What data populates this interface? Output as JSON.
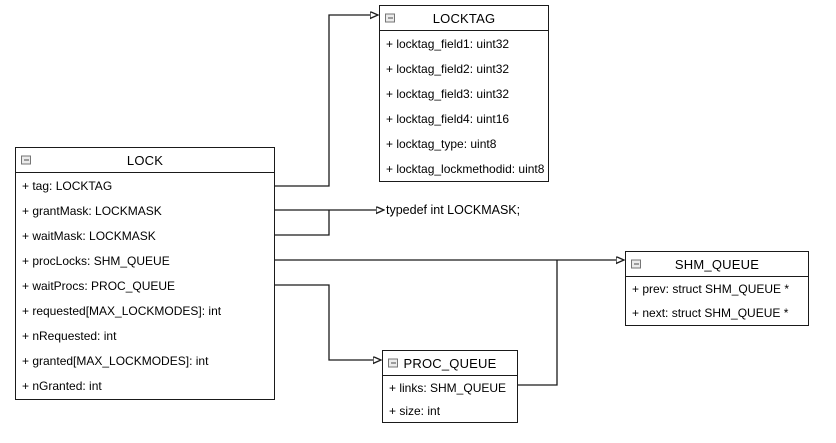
{
  "diagram": {
    "classes": [
      {
        "name": "LOCK",
        "attributes": [
          "+ tag: LOCKTAG",
          "+ grantMask: LOCKMASK",
          "+ waitMask: LOCKMASK",
          "+ procLocks: SHM_QUEUE",
          "+ waitProcs: PROC_QUEUE",
          "+ requested[MAX_LOCKMODES]: int",
          "+ nRequested: int",
          "+ granted[MAX_LOCKMODES]: int",
          "+ nGranted: int"
        ]
      },
      {
        "name": "LOCKTAG",
        "attributes": [
          "+ locktag_field1: uint32",
          "+ locktag_field2: uint32",
          "+ locktag_field3: uint32",
          "+ locktag_field4: uint16",
          "+ locktag_type: uint8",
          "+ locktag_lockmethodid: uint8"
        ]
      },
      {
        "name": "SHM_QUEUE",
        "attributes": [
          "+ prev: struct SHM_QUEUE *",
          "+ next: struct SHM_QUEUE *"
        ]
      },
      {
        "name": "PROC_QUEUE",
        "attributes": [
          "+ links: SHM_QUEUE",
          "+ size: int"
        ]
      }
    ],
    "note": {
      "text": "typedef int LOCKMASK;"
    },
    "edges": [
      {
        "from": "LOCK.tag",
        "to": "LOCKTAG"
      },
      {
        "from": "LOCK.grantMask",
        "to": "typedef int LOCKMASK;"
      },
      {
        "from": "LOCK.waitMask",
        "to": "typedef int LOCKMASK;"
      },
      {
        "from": "LOCK.procLocks",
        "to": "SHM_QUEUE"
      },
      {
        "from": "LOCK.waitProcs",
        "to": "PROC_QUEUE"
      },
      {
        "from": "PROC_QUEUE.links",
        "to": "SHM_QUEUE"
      }
    ],
    "icons": {
      "collapse": "minus-square"
    },
    "colors": {
      "border": "#1a1a1a",
      "background": "#ffffff",
      "text": "#000000",
      "collapse_bg": "#ebebeb",
      "collapse_border": "#757575"
    }
  }
}
